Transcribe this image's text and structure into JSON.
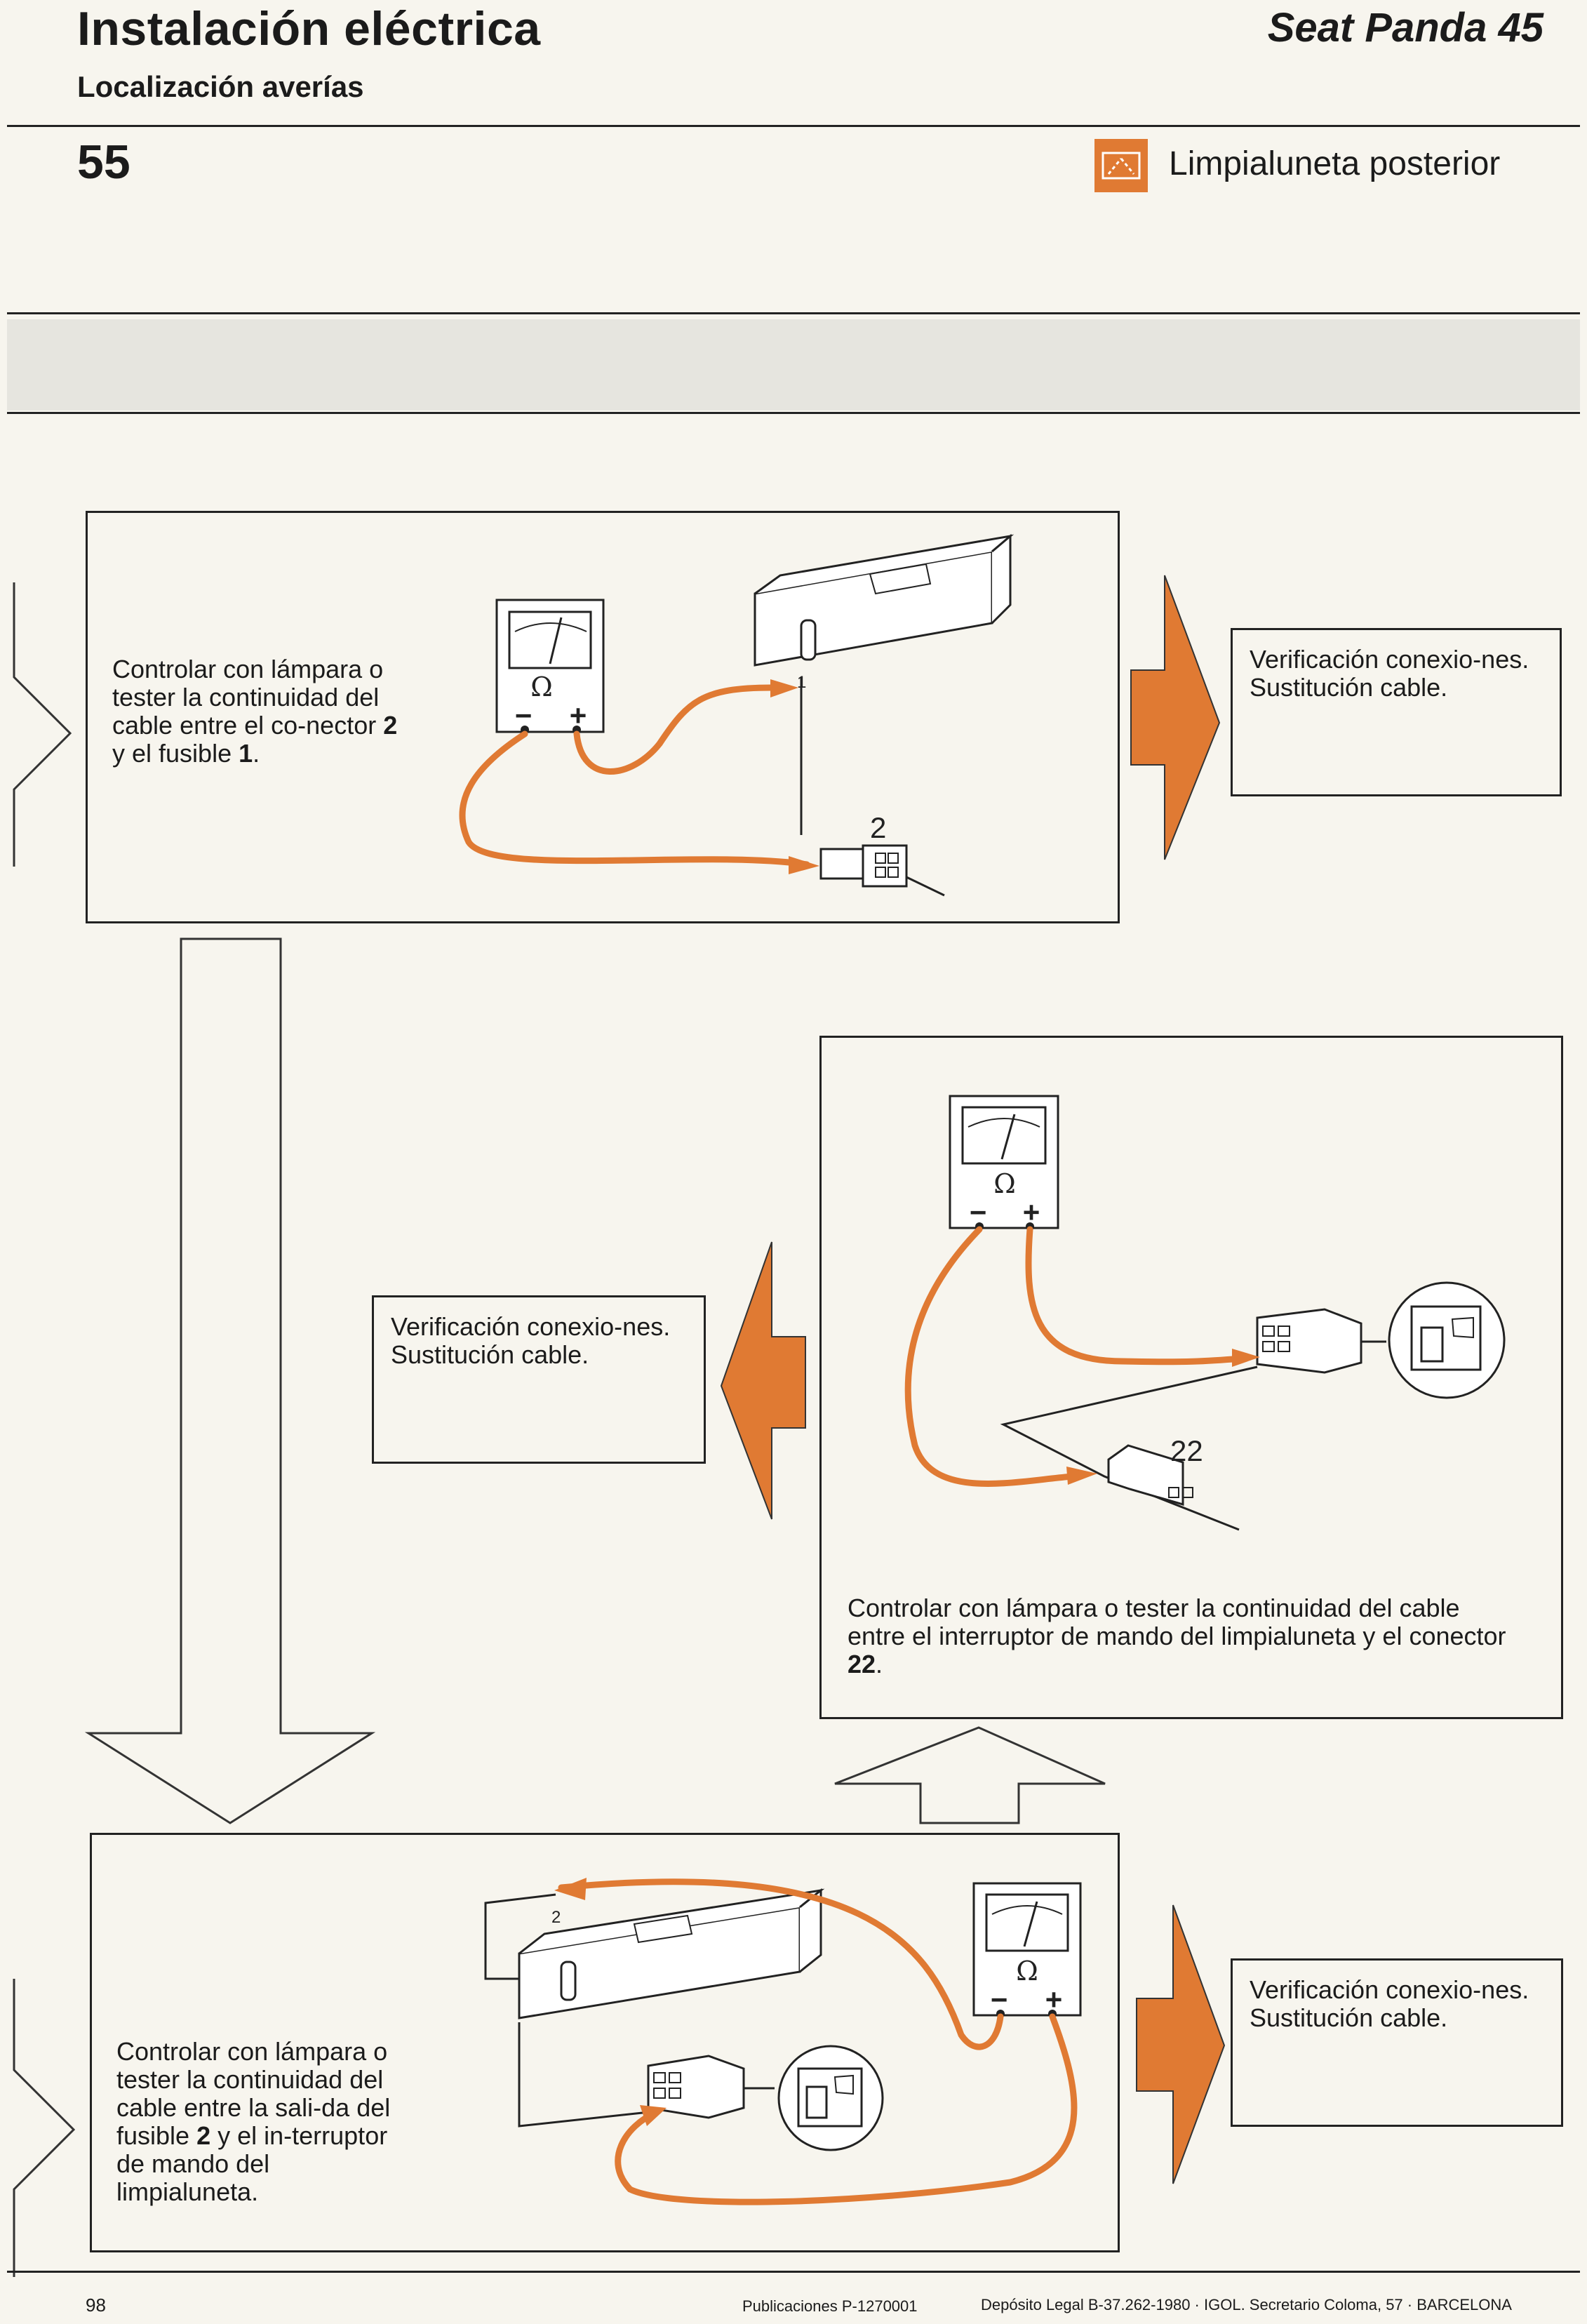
{
  "header": {
    "title": "Instalación eléctrica",
    "subtitle": "Localización averías",
    "model": "Seat Panda 45"
  },
  "section": {
    "number": "55",
    "icon": "rear-window-wiper-icon",
    "title": "Limpialuneta posterior"
  },
  "steps": [
    {
      "text_parts": [
        "Controlar con lámpara o tester la continuidad del cable entre el co-nector ",
        "2",
        " y el fusible ",
        "1",
        "."
      ],
      "labels": [
        "Ω",
        "−",
        "+",
        "1",
        "2"
      ],
      "result": {
        "line1": "Verificación conexio-nes.",
        "line2": "Sustitución cable."
      }
    },
    {
      "text_parts": [
        "Controlar con lámpara o tester la continuidad del cable entre el interruptor de mando del limpialuneta y el conector ",
        "22",
        "."
      ],
      "labels": [
        "Ω",
        "−",
        "+",
        "22"
      ],
      "result": {
        "line1": "Verificación conexio-nes.",
        "line2": "Sustitución cable."
      }
    },
    {
      "text_parts": [
        "Controlar con lámpara o tester la continuidad del cable entre la sali-da del fusible ",
        "2",
        " y el in-terruptor de mando del limpialuneta."
      ],
      "labels": [
        "Ω",
        "−",
        "+",
        "2"
      ],
      "result": {
        "line1": "Verificación conexio-nes.",
        "line2": "Sustitución cable."
      }
    }
  ],
  "footer": {
    "page": "98",
    "publication": "Publicaciones P-1270001",
    "legal": "Depósito Legal B-37.262-1980 · IGOL. Secretario Coloma, 57 · BARCELONA"
  },
  "colors": {
    "accent": "#e07a33",
    "ink": "#1b1b1b",
    "paper": "#f7f5ee"
  }
}
